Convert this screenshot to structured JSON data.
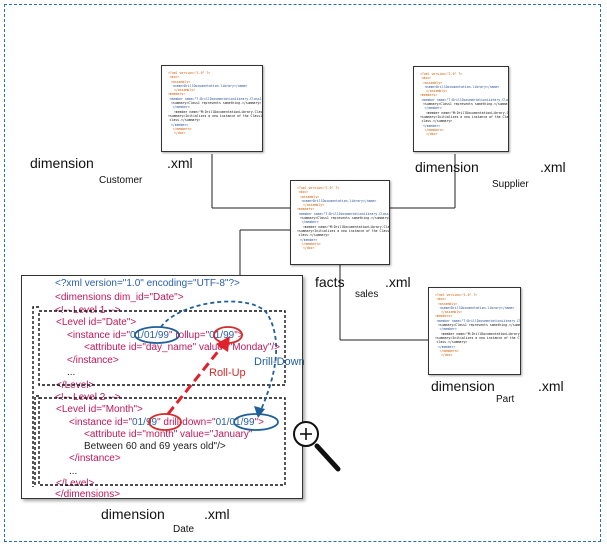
{
  "thumbnail_lines": [
    "<?xml version=\"1.0\" ?>",
    "<doc>",
    "<assembly>",
    "<name>DrillDocumentation.library</name>",
    "</assembly>",
    "<members>",
    "<member name=\"T:DrillDocumentationLibrary.Class1\">",
    "<summary>Class1 represents something.</summary>",
    "</member>",
    "<member name=\"M:DrillDocumentationLibrary.Class1.#ctor\">",
    "<summary>Initializes a new instance of the Class1",
    "class.</summary>",
    "</member>",
    "</members>",
    "</doc>"
  ],
  "files": {
    "customer": {
      "name": "dimension",
      "ext": ".xml",
      "sub": "Customer"
    },
    "supplier": {
      "name": "dimension",
      "ext": ".xml",
      "sub": "Supplier"
    },
    "sales": {
      "name": "facts",
      "ext": ".xml",
      "sub": "sales"
    },
    "part": {
      "name": "dimension",
      "ext": ".xml",
      "sub": "Part"
    },
    "date": {
      "name": "dimension",
      "ext": ".xml",
      "sub": "Date"
    }
  },
  "date_xml": {
    "decl": "<?xml version=\"1.0\" encoding=\"UTF-8\"?>",
    "dims_open": "<dimensions dim_id=\"Date\">",
    "level1_comment": "<!-- Level 1 -->",
    "level_date_open": "<Level id=\"Date\">",
    "instance_pre": "<instance id=\"",
    "instance_id_val": "01/01/99",
    "rollup_pre": "\" rollup=\"",
    "rollup_val": "01/99",
    "instance_end": "\">",
    "attr1": "<attribute id=\"day_name\" value=\"Monday\"/>",
    "instance_close": "</instance>",
    "ellipsis": "...",
    "level_close": "</Level>",
    "level2_comment": "<!-- Level 2 -->",
    "level_month_open": "<Level id=\"Month\">",
    "instance2_pre": "<instance id=\"",
    "instance2_id_val": "01/99",
    "drill_pre": "\" drill-down=\"",
    "drill_val": "01/01/99",
    "instance2_end": "\">",
    "attr2_line1": "<attribute id=\"month\" value=\"January\"",
    "attr2_line2": "Between 60 and 69 years old\"/>",
    "dims_close": "</dimensions>"
  },
  "annotations": {
    "roll_up": "Roll-Up",
    "drill_down": "Drill-Down"
  },
  "colors": {
    "frame": "#2a6fb0",
    "xml_blue": "#2a5fa8",
    "xml_red": "#c0185a",
    "rollup_arrow": "#e0202a",
    "drill_arrow": "#1f5f9a",
    "oval_blue": "#1f5f9a",
    "oval_red": "#d42a2a"
  },
  "icons": [
    "zoom-in-magnifier-icon"
  ]
}
